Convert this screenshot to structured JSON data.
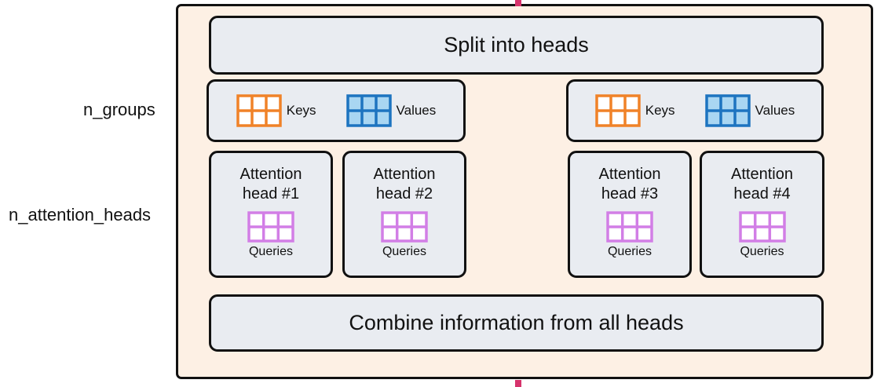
{
  "labels": {
    "groups": "n_groups",
    "heads": "n_attention_heads"
  },
  "split": "Split into heads",
  "combine": "Combine information from all heads",
  "groups": [
    {
      "keys_label": "Keys",
      "values_label": "Values"
    },
    {
      "keys_label": "Keys",
      "values_label": "Values"
    }
  ],
  "heads": [
    {
      "title_line1": "Attention",
      "title_line2": "head #1",
      "queries_label": "Queries"
    },
    {
      "title_line1": "Attention",
      "title_line2": "head #2",
      "queries_label": "Queries"
    },
    {
      "title_line1": "Attention",
      "title_line2": "head #3",
      "queries_label": "Queries"
    },
    {
      "title_line1": "Attention",
      "title_line2": "head #4",
      "queries_label": "Queries"
    }
  ],
  "colors": {
    "keys": "#f08228",
    "values": "#1d74c0",
    "queries": "#d27ee6",
    "panel_bg": "#fdf0e4",
    "box_bg": "#e9ecf1",
    "connector": "#d6336c"
  },
  "icons": {
    "keys": "grid-icon",
    "values": "grid-icon",
    "queries": "grid-icon"
  }
}
